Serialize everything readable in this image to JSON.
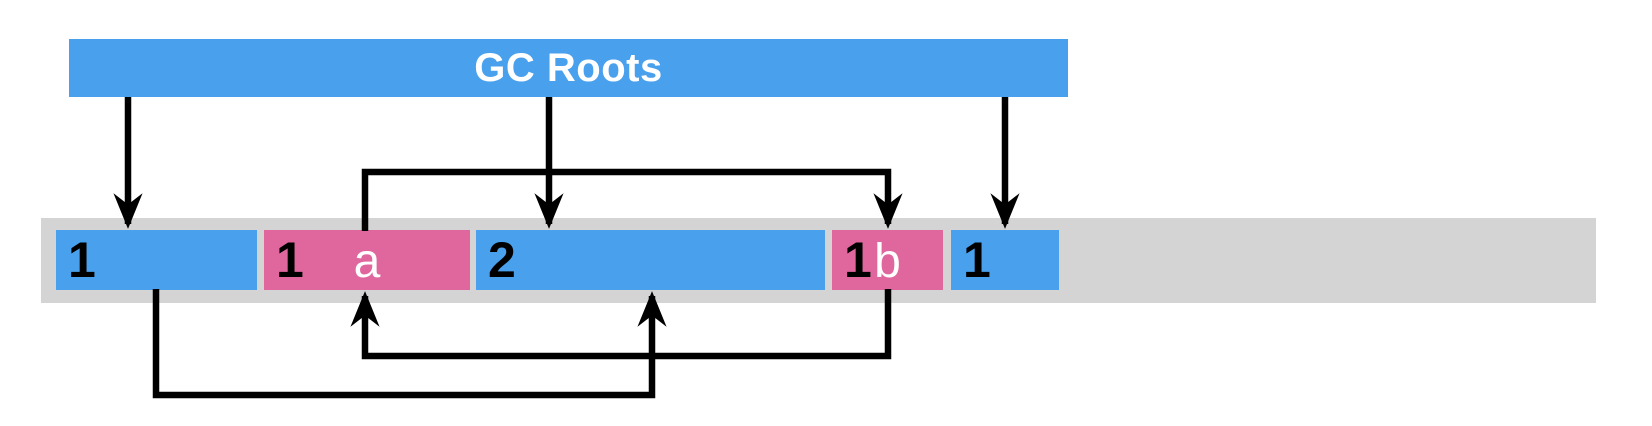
{
  "title": "GC Roots",
  "blocks": [
    {
      "number": "1",
      "letter": "",
      "kind": "reachable"
    },
    {
      "number": "1",
      "letter": "a",
      "kind": "unreachable"
    },
    {
      "number": "2",
      "letter": "",
      "kind": "reachable"
    },
    {
      "number": "1",
      "letter": "b",
      "kind": "unreachable"
    },
    {
      "number": "1",
      "letter": "",
      "kind": "reachable"
    }
  ],
  "references": [
    {
      "from": "gc-roots",
      "to": "block-0"
    },
    {
      "from": "gc-roots",
      "to": "block-2"
    },
    {
      "from": "gc-roots",
      "to": "block-4"
    },
    {
      "from": "block-a",
      "to": "block-b"
    },
    {
      "from": "block-b",
      "to": "block-a"
    },
    {
      "from": "block-0",
      "to": "block-2"
    }
  ],
  "colors": {
    "root_bar_blue": "#49A0ED",
    "reachable_block_blue": "#49A0ED",
    "unreachable_block_pink": "#E0679E",
    "memory_strip_gray": "#D4D4D4",
    "arrow_black": "#000000",
    "number_text": "#000000",
    "letter_text": "#FFFFFF",
    "title_text": "#FFFFFF"
  }
}
